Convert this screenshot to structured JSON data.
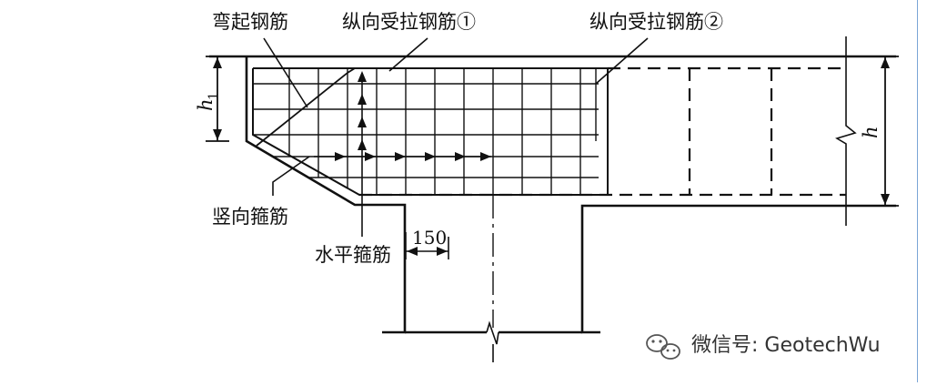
{
  "labels": {
    "bent_bar": "弯起钢筋",
    "long_tension_1": "纵向受拉钢筋①",
    "long_tension_2": "纵向受拉钢筋②",
    "vertical_stirrup": "竖向箍筋",
    "horizontal_stirrup": "水平箍筋",
    "spacing": "150",
    "h1_main": "h",
    "h1_sub": "1",
    "h": "h"
  },
  "watermark": {
    "text": "微信号: GeotechWu",
    "icon": "wechat-icon"
  },
  "colors": {
    "line": "#111111",
    "edge_bar": "#7ba6d6"
  }
}
